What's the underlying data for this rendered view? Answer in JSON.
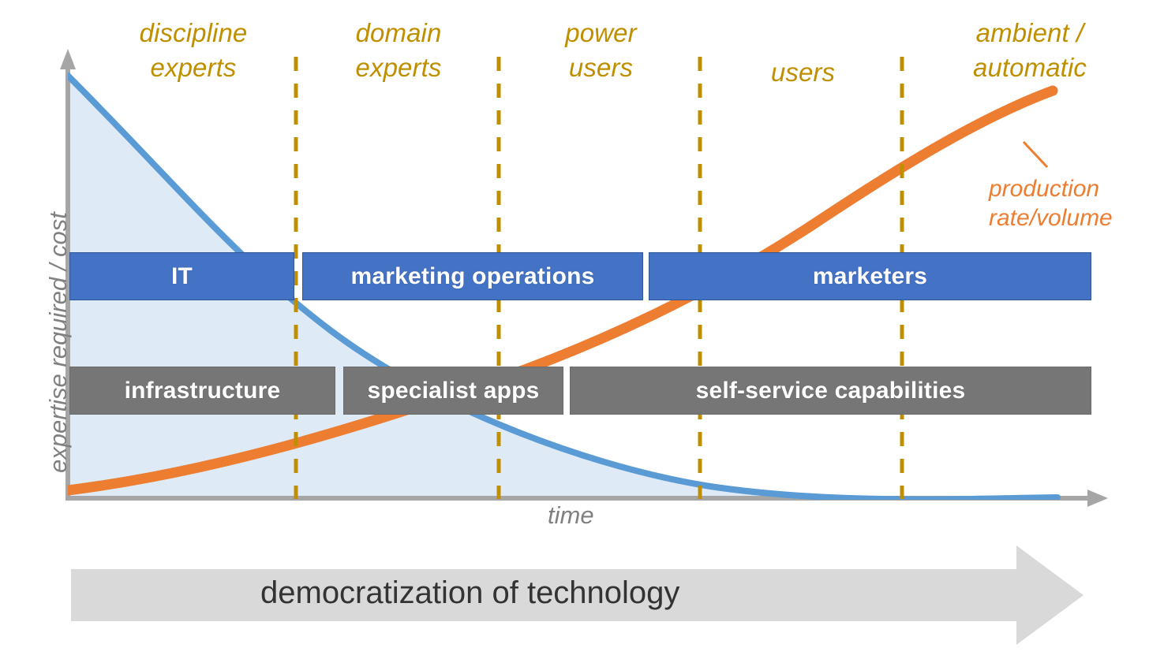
{
  "title": "democratization of technology",
  "colors": {
    "segment_label": "#bf8f00",
    "dashed_divider": "#bf8f00",
    "blue_band": "#4472c4",
    "gray_band": "#767676",
    "blue_curve": "#5b9bd5",
    "blue_area_fill": "#deebf7",
    "orange_curve": "#ed7d31",
    "axis": "#a6a6a6",
    "banner": "#d9d9d9",
    "banner_text": "#333333",
    "axis_text": "#808080"
  },
  "axes": {
    "y_label": "expertise required / cost",
    "x_label": "time"
  },
  "segments": [
    {
      "label": "discipline\nexperts"
    },
    {
      "label": "domain\nexperts"
    },
    {
      "label": "power\nusers"
    },
    {
      "label": "users"
    },
    {
      "label": "ambient /\nautomatic"
    }
  ],
  "role_bands": [
    {
      "label": "IT"
    },
    {
      "label": "marketing operations"
    },
    {
      "label": "marketers"
    }
  ],
  "tech_bands": [
    {
      "label": "infrastructure"
    },
    {
      "label": "specialist apps"
    },
    {
      "label": "self-service capabilities"
    }
  ],
  "annotations": [
    {
      "label": "production\nrate/volume",
      "series": "orange"
    }
  ],
  "banner": {
    "label": "democratization of technology",
    "icon": "right-arrow-icon"
  },
  "chart_data": {
    "type": "line",
    "title": "democratization of technology",
    "xlabel": "time",
    "ylabel": "expertise required / cost",
    "grid": false,
    "legend": "inline-annotations",
    "xlim": [
      0,
      100
    ],
    "ylim": [
      0,
      100
    ],
    "x_category_dividers": [
      22,
      42,
      62,
      81
    ],
    "series": [
      {
        "name": "expertise required / cost",
        "color": "#5b9bd5",
        "type": "area",
        "x": [
          0,
          10,
          20,
          30,
          40,
          50,
          60,
          70,
          80,
          90,
          100
        ],
        "y": [
          100,
          78,
          60,
          45,
          34,
          25,
          18,
          12,
          8,
          4,
          1
        ]
      },
      {
        "name": "production rate/volume",
        "color": "#ed7d31",
        "type": "line",
        "x": [
          0,
          10,
          20,
          30,
          40,
          50,
          60,
          70,
          80,
          90,
          100
        ],
        "y": [
          3,
          6,
          9,
          13,
          18,
          24,
          32,
          45,
          60,
          78,
          96
        ]
      }
    ],
    "annotations": [
      {
        "text": "production rate/volume",
        "series": "production rate/volume"
      }
    ],
    "bands": [
      {
        "row": "roles",
        "label": "IT",
        "x_start": 0,
        "x_end": 22
      },
      {
        "row": "roles",
        "label": "marketing operations",
        "x_start": 23,
        "x_end": 56
      },
      {
        "row": "roles",
        "label": "marketers",
        "x_start": 57,
        "x_end": 100
      },
      {
        "row": "technology",
        "label": "infrastructure",
        "x_start": 0,
        "x_end": 26
      },
      {
        "row": "technology",
        "label": "specialist apps",
        "x_start": 27,
        "x_end": 48
      },
      {
        "row": "technology",
        "label": "self-service capabilities",
        "x_start": 49,
        "x_end": 100
      }
    ],
    "category_labels": [
      "discipline experts",
      "domain experts",
      "power users",
      "users",
      "ambient / automatic"
    ]
  }
}
